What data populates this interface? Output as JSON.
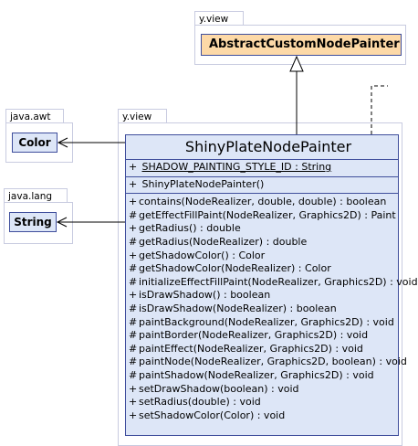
{
  "packages": {
    "yview_top": {
      "label": "y.view"
    },
    "java_awt": {
      "label": "java.awt"
    },
    "java_lang": {
      "label": "java.lang"
    },
    "yview_main": {
      "label": "y.view"
    }
  },
  "classes": {
    "abstract": {
      "name": "AbstractCustomNodePainter"
    },
    "color": {
      "name": "Color"
    },
    "string": {
      "name": "String"
    },
    "main": {
      "name": "ShinyPlateNodePainter"
    }
  },
  "fields": [
    {
      "vis": "+",
      "text": "SHADOW_PAINTING_STYLE_ID : String"
    }
  ],
  "constructors": [
    {
      "vis": "+",
      "text": "ShinyPlateNodePainter()"
    }
  ],
  "methods": [
    {
      "vis": "+",
      "text": "contains(NodeRealizer, double, double) : boolean"
    },
    {
      "vis": "#",
      "text": "getEffectFillPaint(NodeRealizer, Graphics2D) : Paint"
    },
    {
      "vis": "+",
      "text": "getRadius() : double"
    },
    {
      "vis": "#",
      "text": "getRadius(NodeRealizer) : double"
    },
    {
      "vis": "+",
      "text": "getShadowColor() : Color"
    },
    {
      "vis": "#",
      "text": "getShadowColor(NodeRealizer) : Color"
    },
    {
      "vis": "#",
      "text": "initializeEffectFillPaint(NodeRealizer, Graphics2D) : void"
    },
    {
      "vis": "+",
      "text": "isDrawShadow() : boolean"
    },
    {
      "vis": "#",
      "text": "isDrawShadow(NodeRealizer) : boolean"
    },
    {
      "vis": "#",
      "text": "paintBackground(NodeRealizer, Graphics2D) : void"
    },
    {
      "vis": "#",
      "text": "paintBorder(NodeRealizer, Graphics2D) : void"
    },
    {
      "vis": "#",
      "text": "paintEffect(NodeRealizer, Graphics2D) : void"
    },
    {
      "vis": "#",
      "text": "paintNode(NodeRealizer, Graphics2D, boolean) : void"
    },
    {
      "vis": "#",
      "text": "paintShadow(NodeRealizer, Graphics2D) : void"
    },
    {
      "vis": "+",
      "text": "setDrawShadow(boolean) : void"
    },
    {
      "vis": "+",
      "text": "setRadius(double) : void"
    },
    {
      "vis": "+",
      "text": "setShadowColor(Color) : void"
    }
  ]
}
